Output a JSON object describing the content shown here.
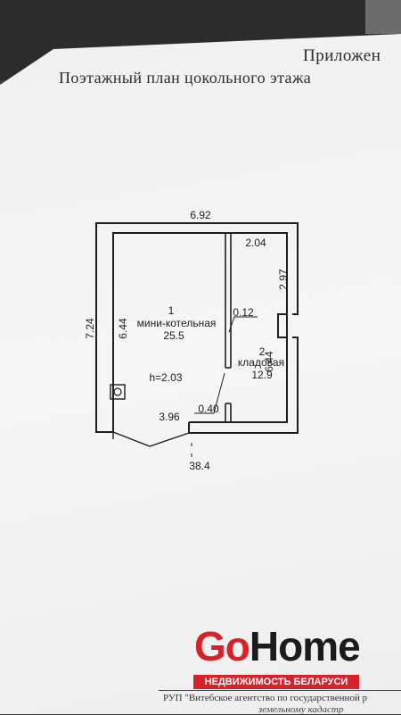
{
  "header": {
    "appendix": "Приложен",
    "title": "Поэтажный план цокольного этажа"
  },
  "plan": {
    "dim_top": "6.92",
    "dim_right_top": "2.04",
    "dim_right_vertical": "2.97",
    "dim_right_inner": "6.44",
    "dim_left_outer": "7.24",
    "dim_left_inner": "6.44",
    "wall_thickness": "0.12",
    "door_width": "0.40",
    "bottom_left": "3.96",
    "bottom_total": "38.4",
    "height": "h=2.03",
    "rooms": [
      {
        "number": "1",
        "name": "мини-котельная",
        "area": "25.5"
      },
      {
        "number": "2",
        "name": "кладовая",
        "area": "12.9"
      }
    ]
  },
  "logo": {
    "go": "Go",
    "home": "Home",
    "subtitle": "НЕДВИЖИМОСТЬ БЕЛАРУСИ"
  },
  "footer": {
    "line1": "РУП \"Витебское агентство по государственной р",
    "line2": "земельному кадастр"
  }
}
